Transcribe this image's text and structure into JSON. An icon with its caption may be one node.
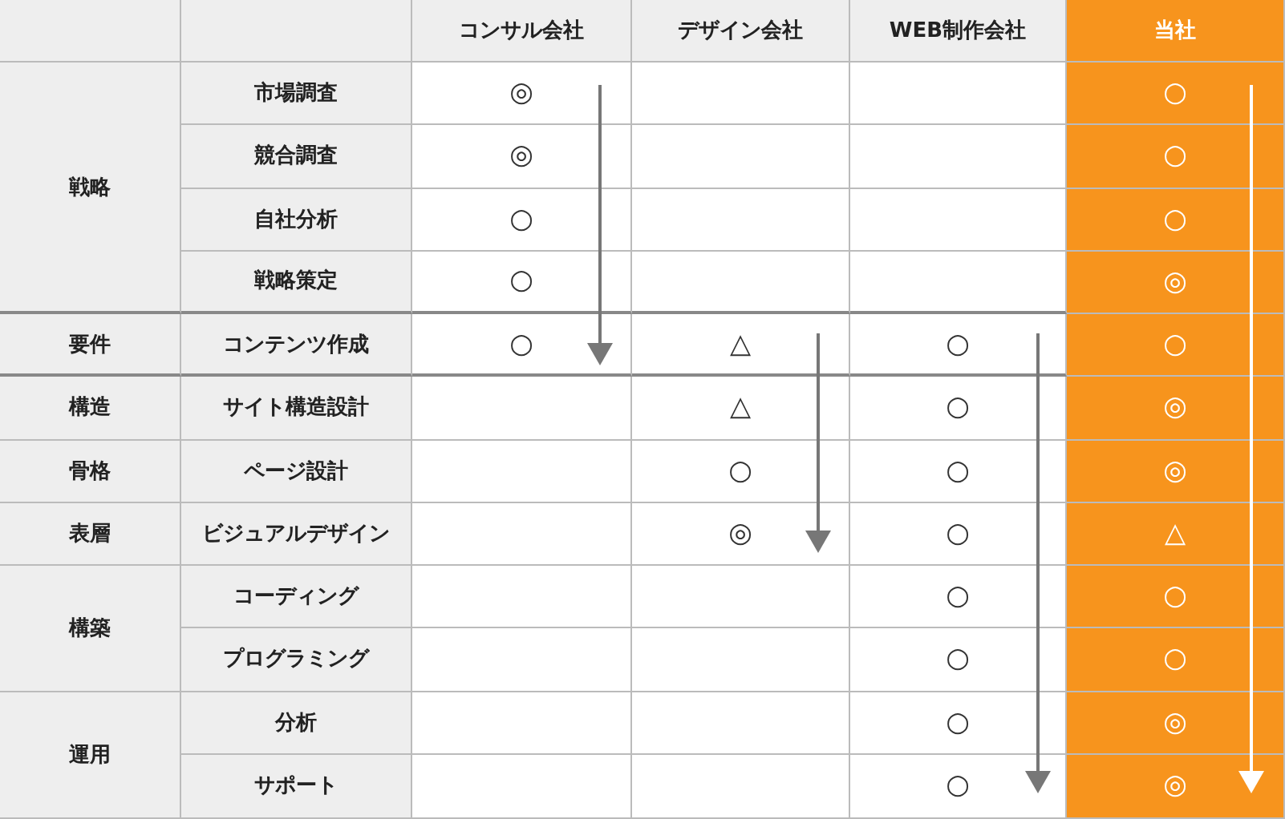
{
  "diagram": {
    "labels": [
      "コンサル会社",
      "デザイン会社",
      "WEB制作会社",
      "当社",
      "戦略",
      "市場調査",
      "◎",
      "○",
      "競合調査",
      "◎",
      "○",
      "自社分析",
      "○",
      "○",
      "戦略策定",
      "○",
      "◎",
      "要件",
      "コンテンツ作成",
      "○",
      "△",
      "○",
      "○",
      "構造",
      "サイト構造設計",
      "△",
      "○",
      "◎",
      "骨格",
      "ページ設計",
      "○",
      "○",
      "◎",
      "表層",
      "ビジュアルデザイン",
      "◎",
      "○",
      "△",
      "構築",
      "コーディング",
      "○",
      "○",
      "プログラミング",
      "○",
      "○",
      "運用",
      "分析",
      "○",
      "◎",
      "サポート",
      "○",
      "◎"
    ]
  }
}
